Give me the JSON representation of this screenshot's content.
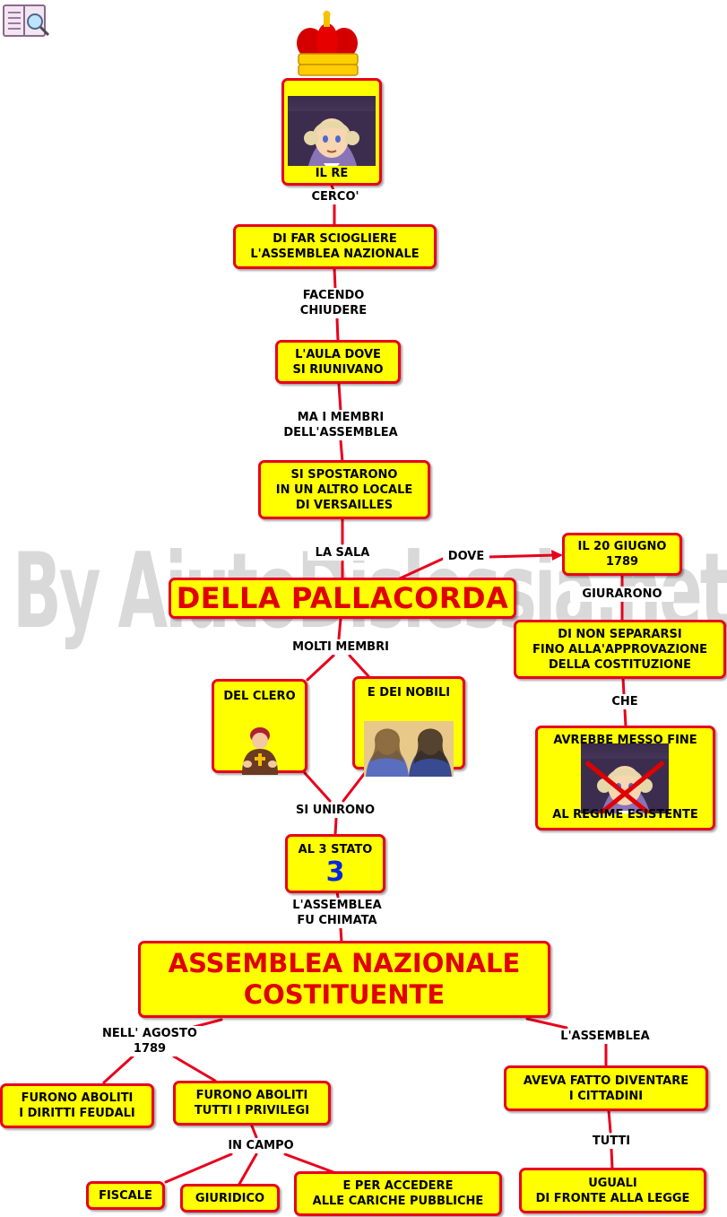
{
  "watermark": "By AiutoDislessia.net",
  "nodes": {
    "king": "IL RE",
    "dissolve": "DI FAR SCIOGLIERE\nL'ASSEMBLEA NAZIONALE",
    "hall": "L'AULA DOVE\nSI RIUNIVANO",
    "moved": "SI SPOSTARONO\nIN UN ALTRO LOCALE\nDI VERSAILLES",
    "pallacorda": "DELLA PALLACORDA",
    "june": "IL 20 GIUGNO\n1789",
    "oath": "DI NON SEPARARSI\nFINO ALLA'APPROVAZIONE\nDELLA COSTITUZIONE",
    "end_top": "AVREBBE MESSO FINE",
    "end_bottom": "AL REGIME ESISTENTE",
    "clergy": "DEL CLERO",
    "nobles": "E DEI NOBILI",
    "third_label": "AL 3 STATO",
    "third_number": "3",
    "assembly": "ASSEMBLEA NAZIONALE\nCOSTITUENTE",
    "feudal": "FURONO ABOLITI\nI DIRITTI FEUDALI",
    "privileges": "FURONO ABOLITI\nTUTTI I PRIVILEGI",
    "citizens": "AVEVA FATTO DIVENTARE\nI CITTADINI",
    "equal": "UGUALI\nDI FRONTE ALLA LEGGE",
    "fiscal": "FISCALE",
    "judicial": "GIURIDICO",
    "offices": "E PER ACCEDERE\nALLE CARICHE PUBBLICHE"
  },
  "links": {
    "tried": "CERCO'",
    "closing": "FACENDO\nCHIUDERE",
    "members": "MA I MEMBRI\nDELL'ASSEMBLEA",
    "room": "LA SALA",
    "where": "DOVE",
    "swore": "GIURARONO",
    "that": "CHE",
    "many": "MOLTI MEMBRI",
    "joined": "SI UNIRONO",
    "called": "L'ASSEMBLEA\nFU CHIMATA",
    "august": "NELL' AGOSTO\n1789",
    "the_assembly": "L'ASSEMBLEA",
    "in_field": "IN CAMPO",
    "all": "TUTTI"
  },
  "colors": {
    "node_fill": "#ffff00",
    "node_border": "#e8001c",
    "connector": "#e8001c",
    "title_red": "#e00000",
    "number_blue": "#0026e6"
  },
  "icons": [
    "book-icon",
    "crown-icon",
    "king-portrait",
    "clergy-figure",
    "nobles-portrait",
    "crossed-king-portrait"
  ]
}
